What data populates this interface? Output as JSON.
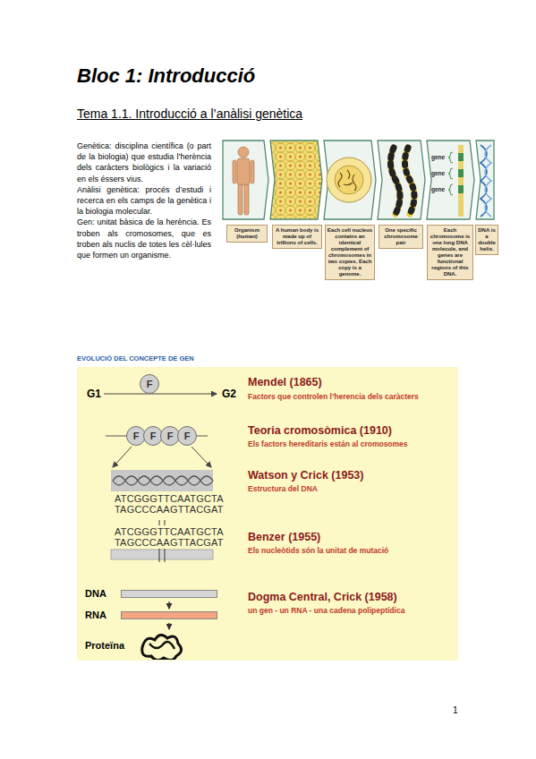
{
  "diagram": {
    "title": "Bloc 1: Introducció",
    "nodes": [
      {
        "text": [
          "Organism (human)"
        ]
      },
      {
        "text": [
          "A human body is made up of trillions of cells."
        ]
      },
      {
        "text": [
          "Each cell nucleus contains an identical complement of chromosomes in two copies. Each copy is a genome."
        ]
      },
      {
        "text": [
          "One specific chromosome pair"
        ]
      },
      {
        "text": [
          "Each chromosome is one long DNA molecule, and genes are functional regions of this DNA."
        ]
      },
      {
        "text": [
          "DNA is a double helix."
        ]
      },
      {
        "text": [
          "EVOLUCIÓ DEL CONCEPTE DE GEN"
        ]
      },
      {
        "text": [
          "F"
        ],
        "in": 6
      },
      {
        "text": [
          "F"
        ],
        "in": 6
      },
      {
        "text": [
          "F"
        ],
        "in": 6
      },
      {
        "text": [
          "F"
        ],
        "in": 6
      },
      {
        "text": [
          "F"
        ],
        "in": 6
      },
      {
        "text": [
          "DNA"
        ],
        "in": 6
      },
      {
        "text": [
          "RNA"
        ],
        "in": 6
      },
      {
        "text": [
          "Proteïna"
        ],
        "in": 6
      }
    ],
    "edges": [
      {
        "from": 12,
        "to": 13,
        "arrow": "to"
      },
      {
        "from": 13,
        "to": 14,
        "arrow": "to"
      }
    ],
    "labels": [
      "Tema 1.1. Introducció a l’anàlisi genètica",
      "Genètica: disciplina científica (o part de la biologia) que estudia l’herència dels caràcters biològics i la variació en els éssers vius.",
      "Anàlisi genètica: procés d’estudi i recerca en els camps de la genètica i la biologia molecular.",
      "Gen: unitat bàsica de la herència. Es troben als cromosomes, que es troben als nuclis de totes les cèl·lules que formen un organisme.",
      "gene",
      "gene",
      "gene",
      "G1",
      "G2",
      "Mendel (1865)",
      "Factors que controlen l’herencia dels caràcters",
      "Teoria cromosòmica (1910)",
      "Els factors hereditaris están al cromosomes",
      "ATCGGGTTCAATGCTA",
      "TAGCCCAAGTTACGAT",
      "Watson y Crick (1953)",
      "Estructura del DNA",
      "ATCGGGTTCAATGCTA",
      "TAGCCCAAGTTACGAT",
      "Benzer (1955)",
      "Els nucleòtids són la unitat de mutació",
      "Dogma Central, Crick (1958)",
      "un gen - un RNA - una cadena polipeptídica",
      "1"
    ]
  }
}
